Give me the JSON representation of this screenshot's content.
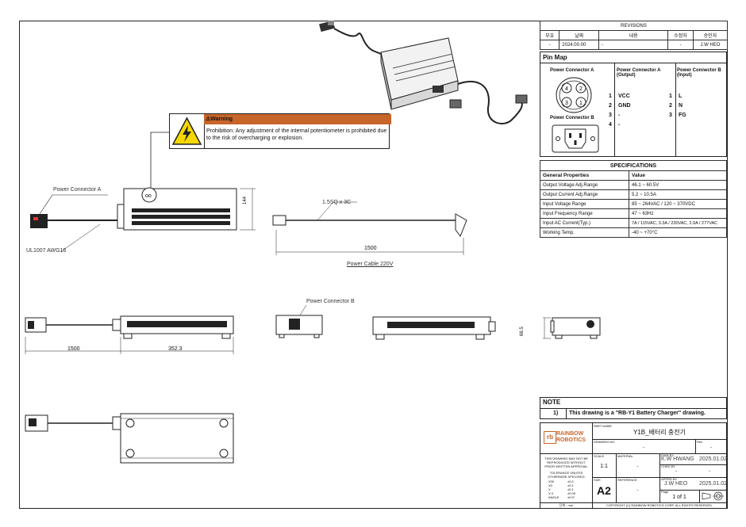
{
  "revisions": {
    "title": "REVISIONS",
    "headers": [
      "부호",
      "날짜",
      "내용",
      "수정자",
      "승인자"
    ],
    "row": [
      "-",
      "2024.00.00",
      "-",
      "-",
      "J.W HEO"
    ]
  },
  "pin_map": {
    "title": "Pin Map",
    "connector_a_title": "Power Connector A",
    "connector_b_title": "Power Connector B",
    "col_a_header": "Power Connector A\n(Output)",
    "col_b_header": "Power Connector B\n(Input)",
    "a_pins": [
      {
        "num": "1",
        "name": "VCC"
      },
      {
        "num": "2",
        "name": "GND"
      },
      {
        "num": "3",
        "name": "-"
      },
      {
        "num": "4",
        "name": "-"
      }
    ],
    "b_pins": [
      {
        "num": "1",
        "name": "L"
      },
      {
        "num": "2",
        "name": "N"
      },
      {
        "num": "3",
        "name": "FG"
      }
    ]
  },
  "specifications": {
    "title": "SPECIFICATIONS",
    "headers": [
      "General Properties",
      "Value"
    ],
    "rows": [
      [
        "Output Voltage Adj.Range",
        "46.1 ~ 60.5V"
      ],
      [
        "Output Current Adj.Range",
        "5.2 ~ 10.5A"
      ],
      [
        "Input Voltage Range",
        "85 ~ 264VAC / 120 ~ 370VDC"
      ],
      [
        "Input Frequency Range",
        "47 ~ 63Hz"
      ],
      [
        "Input AC Current(Typ.)",
        "7A / 115VAC, 3.3A / 230VAC, 2.9A / 277VAC"
      ],
      [
        "Working Temp.",
        "-40 ~ +70°C"
      ]
    ]
  },
  "warning": {
    "title": "⚠Warning",
    "text": "Prohibition: Any adjustment of the internal potentiometer is prohibited due to the risk of overcharging or explosion."
  },
  "labels": {
    "power_connector_a": "Power Connector A",
    "power_connector_b": "Power Connector B",
    "cable_spec": "UL1007 AWG16",
    "cable_sq": "1.5SQ x 3C",
    "power_cable": "Power Cable  220V",
    "dim_1500_top": "1500",
    "dim_144": "144",
    "dim_1500_side": "1500",
    "dim_352": "352.3",
    "dim_665": "66.5"
  },
  "note": {
    "title": "NOTE",
    "num": "1)",
    "text": "This drawing is a \"RB-Y1 Battery Charger\" drawing."
  },
  "title_block": {
    "part_name_label": "PART NAME",
    "part_name": "Y1B_배터리 충전기",
    "logo_line1": "RAINBOW",
    "logo_line2": "ROBOTICS",
    "drawing_no_label": "DRAWING NO.",
    "drawing_no": "-",
    "rev_label": "Rev.",
    "rev": "-",
    "disclaimer": "THIS DRAWING MAY NOT BE REPRODUCED WITHOUT PRIOR WRITTEN APPROVAL",
    "tolerance_title": "TOLERANCE UNLESS OTHERWISE SPECIFIED",
    "tolerances": [
      [
        "X00",
        "±0.2"
      ],
      [
        "X0",
        "±0.1"
      ],
      [
        "X",
        "±0.1"
      ],
      [
        "X.X",
        "±0.05"
      ],
      [
        "ANGLE",
        "±0.5°"
      ]
    ],
    "unit": "단위 : mm",
    "scale_label": "SCALE",
    "scale": "1:1",
    "material_label": "MATERIAL",
    "material": "-",
    "drawn_by_label": "DWN BY",
    "drawn_by": "K.W HWANG",
    "drawn_date": "2025.01.02",
    "checked_by_label": "CHKD BY",
    "checked_by": "-",
    "checked_date": "-",
    "size_label": "SIZE",
    "size": "A2",
    "reference_label": "REFERENCE",
    "reference": "-",
    "approved_by_label": "APPRD BY",
    "approved_by": "J.W HEO",
    "approved_date": "2025.01.02",
    "page_label": "Page",
    "page": "1 of 1",
    "copyright": "COPYRIGHT (C) RAINBOW ROBOTICS CORP. ALL RIGHTS RESERVED."
  },
  "colors": {
    "warning_bar": "#c8652a",
    "warning_sign": "#f5d800",
    "line": "#222222"
  }
}
